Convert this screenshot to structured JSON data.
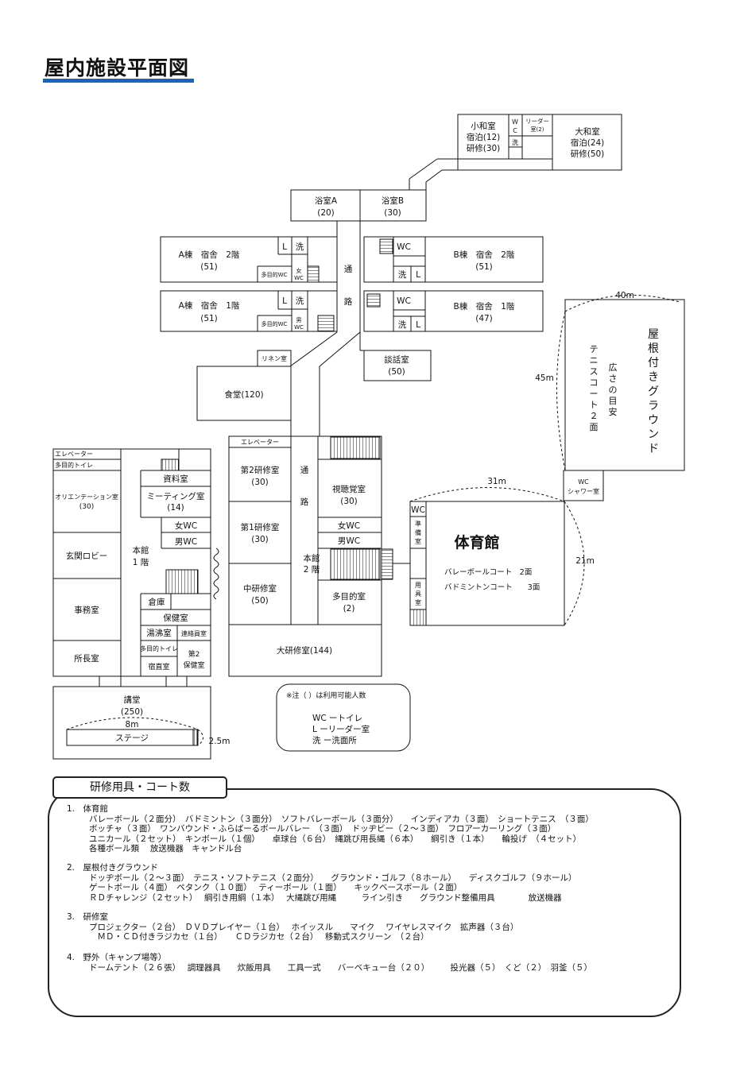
{
  "title": "屋内施設平面図",
  "rooms": {
    "washitsu_small": [
      "小和室",
      "宿泊(12)",
      "研修(30)"
    ],
    "wc_top": [
      "W",
      "C"
    ],
    "leader_top": [
      "リーダー",
      "室(2)"
    ],
    "sen_top": "洗",
    "washitsu_large": [
      "大和室",
      "宿泊(24)",
      "研修(50)"
    ],
    "bath_a": [
      "浴室A",
      "(20)"
    ],
    "bath_b": [
      "浴室B",
      "(30)"
    ],
    "a2": [
      "A棟　宿舎　2階",
      "(51)"
    ],
    "a1": [
      "A棟　宿舎　1階",
      "(51)"
    ],
    "b2": [
      "B棟　宿舎　2階",
      "(51)"
    ],
    "b1": [
      "B棟　宿舎　1階",
      "(47)"
    ],
    "tsuro_top": [
      "通",
      "路"
    ],
    "linen": "リネン室",
    "danwa": [
      "談話室",
      "(50)"
    ],
    "shokudo": "食堂(120)",
    "elevator_left": "エレベーター",
    "tamokuteki_left": "多目的トイレ",
    "orientation": [
      "オリエンテーション室",
      "(30)"
    ],
    "genkan": "玄関ロビー",
    "jimu": "事務室",
    "shocho": "所長室",
    "shiryo": "資料室",
    "meeting": [
      "ミーティング室",
      "(14)"
    ],
    "women_wc": "女WC",
    "men_wc": "男WC",
    "honkan1": [
      "本館",
      "1 階"
    ],
    "soko": "倉庫",
    "hoken": "保健室",
    "yuwakashi": "湯沸室",
    "renraku": "連絡員室",
    "tamokuteki_toilet2": "多目的トイレ",
    "shukuchoku": "宿直室",
    "hoken2": [
      "第2",
      "保健室"
    ],
    "elevator_mid": "エレベーター",
    "ken2": [
      "第2研修室",
      "(30)"
    ],
    "ken1": [
      "第1研修室",
      "(30)"
    ],
    "chuken": [
      "中研修室",
      "(50)"
    ],
    "tsuro_mid": [
      "通",
      "路"
    ],
    "honkan2": [
      "本館",
      "2 階"
    ],
    "shichokaku": [
      "視聴覚室",
      "(30)"
    ],
    "women_wc2": "女WC",
    "men_wc2": "男WC",
    "tamokuteki_room": [
      "多目的室",
      "(2)"
    ],
    "daiken": "大研修室(144)",
    "kodo": [
      "講堂",
      "(250)"
    ],
    "stage": "ステージ",
    "gym": "体育館",
    "gym_courts": [
      "バレーボールコート　2面",
      "バドミントンコート　　3面"
    ],
    "gym_wc": "WC",
    "junbi": [
      "準",
      "備",
      "室"
    ],
    "yogu": [
      "用",
      "具",
      "室"
    ],
    "wc_shower": [
      "WC",
      "シャワー室"
    ],
    "ground": [
      "屋",
      "根",
      "付",
      "き",
      "グ",
      "ラ",
      "ウ",
      "ン",
      "ド"
    ],
    "ground_sub1": [
      "テ",
      "ニ",
      "ス",
      "コ",
      "ー",
      "ト",
      "２",
      "面"
    ],
    "ground_sub2": [
      "広",
      "さ",
      "の",
      "目",
      "安"
    ],
    "L": "L",
    "sen": "洗",
    "wc": "WC",
    "multi_wc": "多目的WC",
    "women_wc_v": [
      "女",
      "WC"
    ],
    "men_wc_v": [
      "男",
      "WC"
    ]
  },
  "dims": {
    "ground_w": "40m",
    "ground_h": "45m",
    "gym_w": "31m",
    "gym_h": "21m",
    "stage_w": "8m",
    "stage_h": "2.5m"
  },
  "legend": [
    "※注（ ）は利用可能人数",
    "WC ートイレ",
    "L ーリーダー室",
    "洗 ー洗面所"
  ],
  "equipment": {
    "tab": "研修用具・コート数",
    "sections": [
      {
        "heading": "1.　体育館",
        "lines": [
          "バレーボール（２面分）　バドミントン（３面分）　ソフトバレーボール（３面分）　　インディアカ（３面）　ショートテニス　（３面）",
          "ボッチャ（３面）　ワンバウンド・ふらばーるボールバレー　（３面）　ドッヂビー（２～３面）　フロアーカーリング（３面）",
          "ユニカール（２セット）　キンボール（１個）　　卓球台（６台）　縄跳び用長縄（６本）　　綱引き（１本）　　輪投げ　（４セット）",
          "各種ボール類　 放送機器　キャンドル台"
        ]
      },
      {
        "heading": "2.　屋根付きグラウンド",
        "lines": [
          "ドッヂボール（２～３面）　テニス・ソフトテニス（２面分）　　グラウンド・ゴルフ（８ホール）　　ディスクゴルフ（９ホール）",
          "ゲートボール（４面）　ペタンク（１０面）　 ティーボール（１面）　　キックベースボール（２面）",
          "ＲＤチャレンジ（２セット）　 綱引き用綱（１本）　 大縄跳び用縄　　　ライン引き　　グラウンド整備用具　　　　放送機器"
        ]
      },
      {
        "heading": "3.　研修室",
        "lines": [
          "プロジェクター（２台）　ＤＶＤプレイヤー（１台）　 ホイッスル　　マイク　 ワイヤレスマイク　拡声器（３台）",
          "　ＭＤ・ＣＤ付きラジカセ（１台）　　ＣＤラジカセ（２台）　 移動式スクリーン　（２台）"
        ]
      },
      {
        "heading": "4.　野外（キャンプ場等）",
        "lines": [
          "ドームテント（２６張）　 調理器具　　炊飯用具　　工具一式　　バーベキュー台（２０）　　　投光器（５）　くど（２）　羽釜（５）"
        ]
      }
    ]
  }
}
